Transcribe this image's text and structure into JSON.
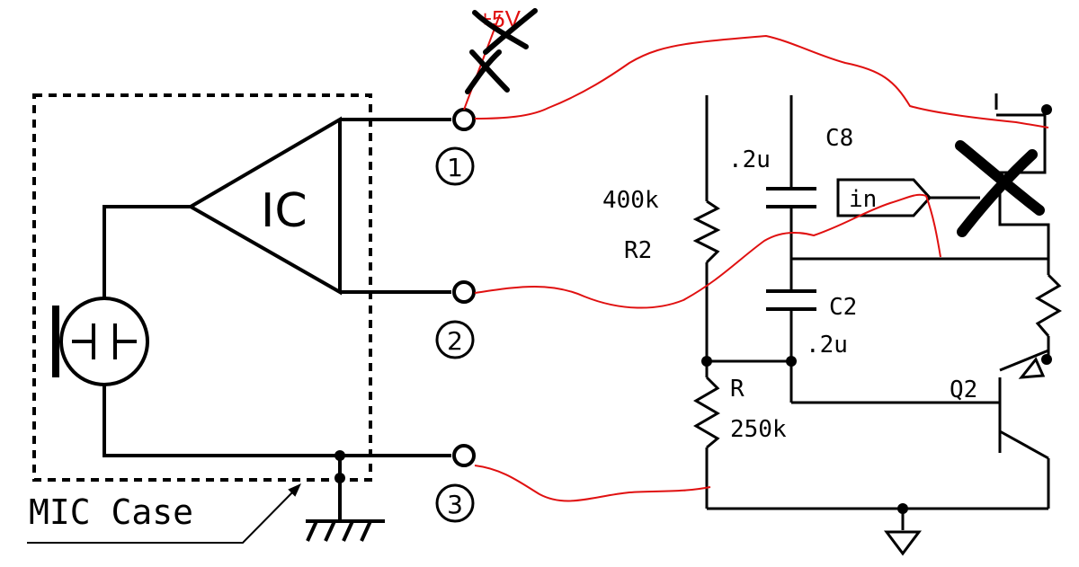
{
  "colors": {
    "ink": "#000000",
    "annotation": "#e01010",
    "background": "#ffffff"
  },
  "labels": {
    "ic": "IC",
    "mic_case": "MIC Case",
    "pin1": "1",
    "pin2": "2",
    "pin3": "3",
    "supply": "+5V",
    "in_tag": "in",
    "c8_value": ".2u",
    "c8_name": "C8",
    "r2_value": "400k",
    "r2_name": "R2",
    "c2_name": "C2",
    "c2_value": ".2u",
    "r_name": "R",
    "r_value": "250k",
    "q2_name": "Q2"
  },
  "icons": {
    "ground": "ground-icon",
    "microphone": "microphone-capsule-icon",
    "cross": "cross-out-mark-icon"
  }
}
